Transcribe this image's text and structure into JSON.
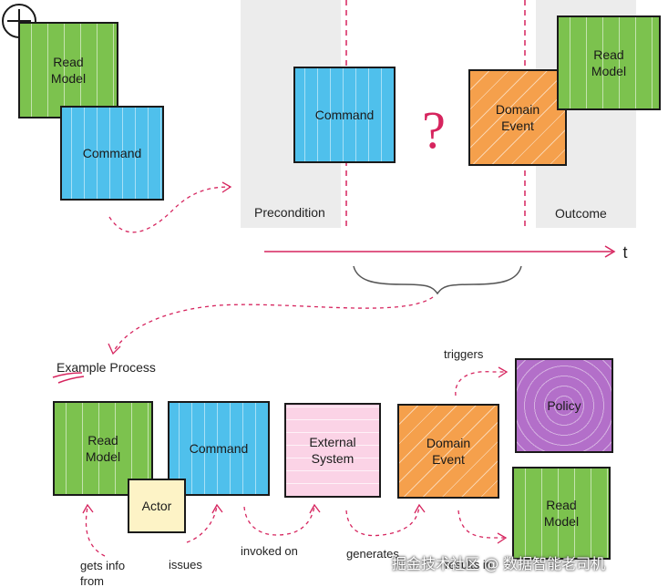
{
  "top": {
    "plus_icon": "plus-circle",
    "read_model": "Read\nModel",
    "command": "Command",
    "command_center": "Command",
    "question": "?",
    "domain_event": "Domain\nEvent",
    "read_model_outcome": "Read\nModel",
    "precondition": "Precondition",
    "outcome": "Outcome",
    "axis_label": "t"
  },
  "process": {
    "title": "Example Process",
    "read_model": "Read\nModel",
    "command": "Command",
    "actor": "Actor",
    "external_system": "External\nSystem",
    "domain_event": "Domain\nEvent",
    "policy": "Policy",
    "read_model_result": "Read\nModel",
    "labels": {
      "gets_info_from": "gets info\nfrom",
      "issues": "issues",
      "invoked_on": "invoked on",
      "generates": "generates",
      "results_in": "results in",
      "triggers": "triggers"
    }
  },
  "watermark": "掘金技术社区 @ 数据智能老司机",
  "colors": {
    "read_model": "#7cc24e",
    "command": "#4fc0ec",
    "domain_event": "#f5a04c",
    "external_system": "#fbd3e6",
    "policy": "#b36fc9",
    "actor": "#fdf3c6",
    "accent": "#d6245e"
  }
}
